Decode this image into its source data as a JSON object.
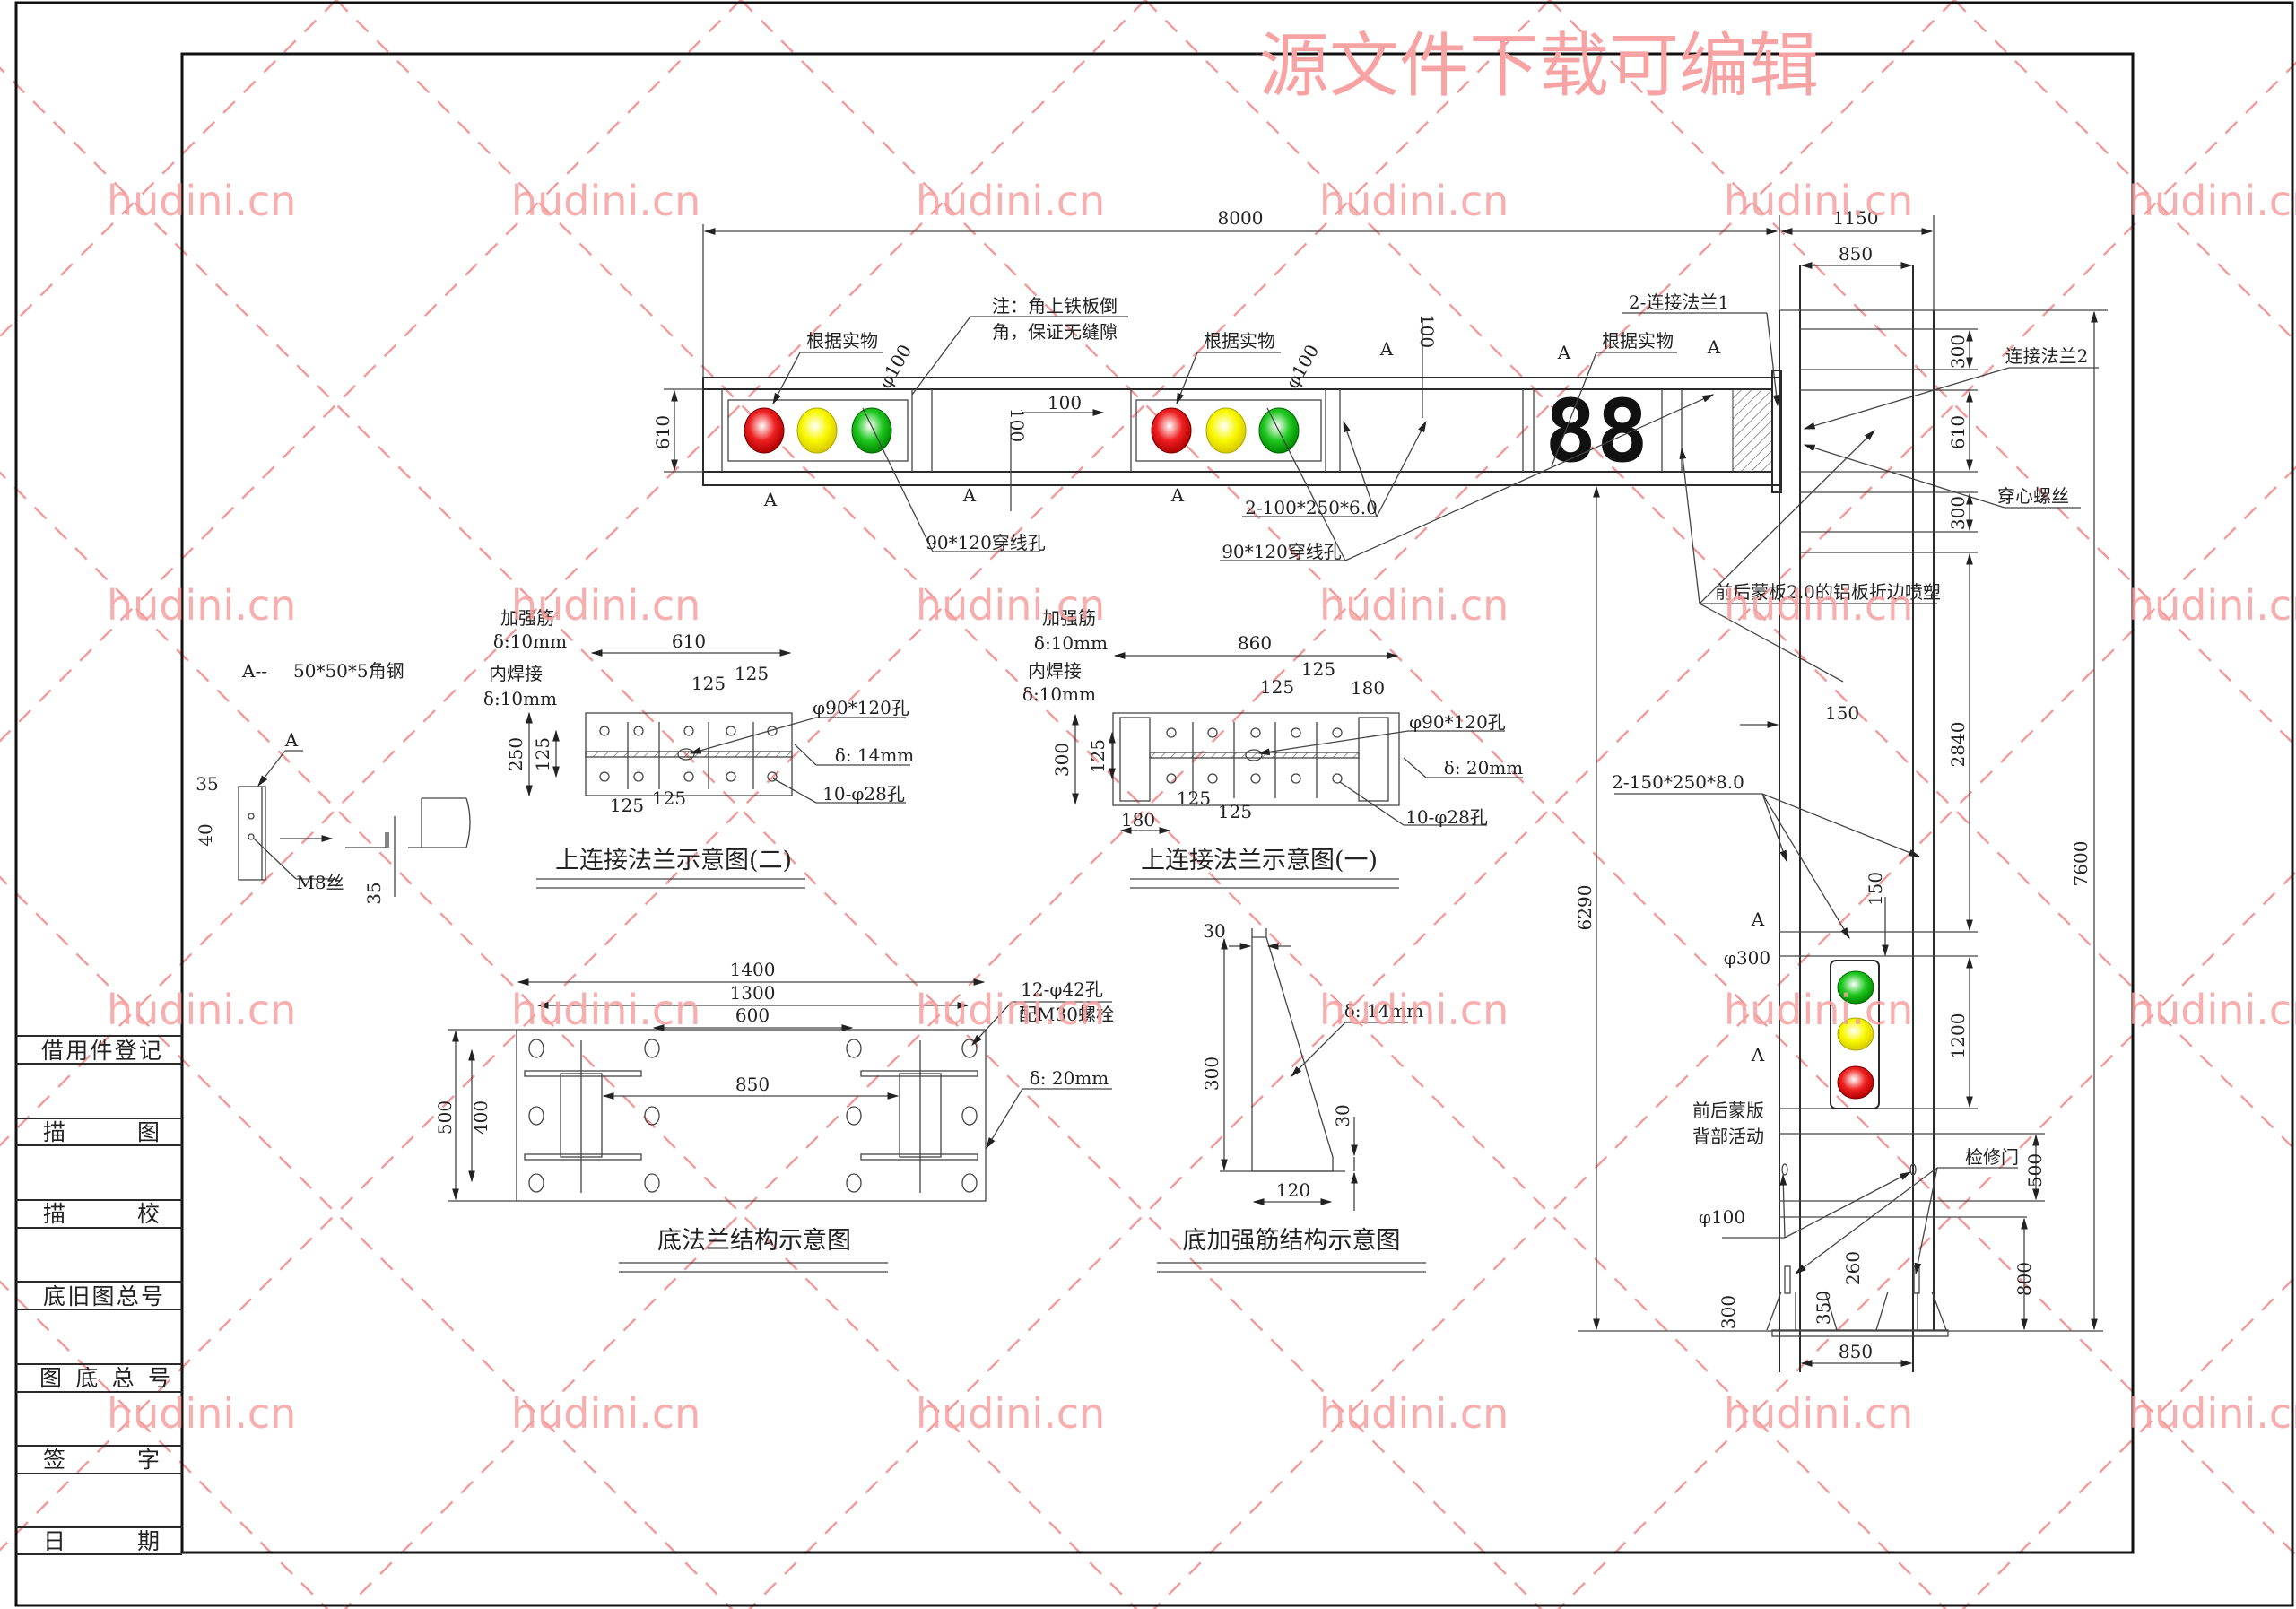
{
  "banner": "源文件下载可编辑",
  "watermark": "hudini.cn",
  "colors": {
    "red": "#e01010",
    "yellow": "#f0f000",
    "green": "#18c018",
    "watermark": "#f6a0a0"
  },
  "title_block": [
    "借用件登记",
    "描图",
    "描校",
    "底旧图总号",
    "图底总号",
    "签字",
    "日期"
  ],
  "elevation": {
    "dim_8000": "8000",
    "dim_1150": "1150",
    "dim_850_top": "850",
    "per_actual": [
      "根据实物",
      "根据实物",
      "根据实物"
    ],
    "note_1": "注：角上铁板倒",
    "note_2": "角，保证无缝隙",
    "phi100": [
      "φ100",
      "φ100"
    ],
    "A": [
      "A",
      "A",
      "A",
      "A",
      "A",
      "A",
      "A",
      "A"
    ],
    "d100_v1": "100",
    "d100_h": "100",
    "d100_v2": "100",
    "d610_left": "610",
    "plate_spec": "2-100*250*6.0",
    "wire_hole": [
      "90*120穿线孔",
      "90*120穿线孔"
    ],
    "flange1": "2-连接法兰1",
    "flange2": "连接法兰2",
    "through_bolt": "穿心螺丝",
    "d300a": "300",
    "d610": "610",
    "d300b": "300",
    "cover_plate": "前后蒙板2.0的铝板折边喷塑",
    "d150": "150",
    "d2840": "2840",
    "d6290": "6290",
    "d7600": "7600",
    "pole_plate": "2-150*250*8.0",
    "phi300": "φ300",
    "d150b": "150",
    "d1200": "1200",
    "cover_1": "前后蒙版",
    "cover_2": "背部活动",
    "door": "检修门",
    "d500": "500",
    "phi100_pole": "φ100",
    "d260": "260",
    "d350": "350",
    "d300c": "300",
    "d800": "800",
    "d850_bottom": "850",
    "countdown": "88"
  },
  "angle_detail": {
    "title_a": "A--",
    "title_b": "50*50*5角钢",
    "A": "A",
    "d35a": "35",
    "d40": "40",
    "m8": "M8丝",
    "d35b": "35"
  },
  "flange_two": {
    "rib": "加强筋",
    "rib_t": "δ:10mm",
    "weld": "内焊接",
    "weld_t": "δ:10mm",
    "d610": "610",
    "d125a": "125",
    "d125b": "125",
    "d250": "250",
    "d125c": "125",
    "hole": "φ90*120孔",
    "plate_t": "δ: 14mm",
    "bolt_holes": "10-φ28孔",
    "d125d": "125",
    "d125e": "125",
    "title": "上连接法兰示意图(二)"
  },
  "flange_one": {
    "rib": "加强筋",
    "rib_t": "δ:10mm",
    "weld": "内焊接",
    "weld_t": "δ:10mm",
    "d860": "860",
    "d125a": "125",
    "d125b": "125",
    "d180a": "180",
    "d300": "300",
    "d125c": "125",
    "hole": "φ90*120孔",
    "plate_t": "δ: 20mm",
    "bolt_holes": "10-φ28孔",
    "d180b": "180",
    "d125d": "125",
    "d125e": "125",
    "title": "上连接法兰示意图(一)"
  },
  "base_flange": {
    "d1400": "1400",
    "d1300": "1300",
    "d600": "600",
    "holes": "12-φ42孔",
    "bolts": "配M30螺栓",
    "d850": "850",
    "plate_t": "δ: 20mm",
    "d500": "500",
    "d400": "400",
    "title": "底法兰结构示意图"
  },
  "gusset": {
    "d30a": "30",
    "d300": "300",
    "plate_t": "δ: 14mm",
    "d30b": "30",
    "d120": "120",
    "title": "底加强筋结构示意图"
  }
}
